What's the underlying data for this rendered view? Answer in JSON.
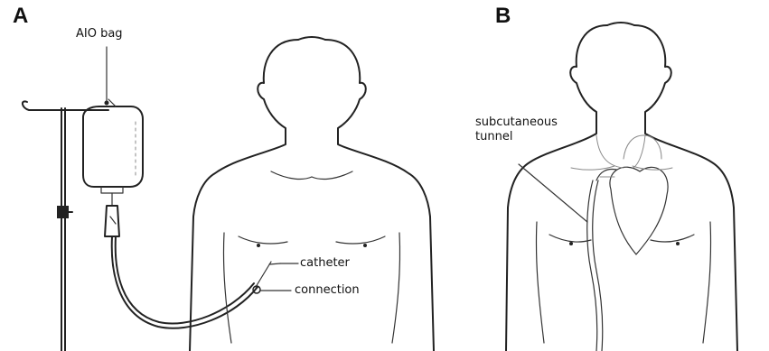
{
  "panels": {
    "a": {
      "letter": "A"
    },
    "b": {
      "letter": "B"
    }
  },
  "labels": {
    "aio_bag": "AIO bag",
    "catheter": "catheter",
    "connection": "connection",
    "subcutaneous_tunnel": "subcutaneous\ntunnel"
  }
}
